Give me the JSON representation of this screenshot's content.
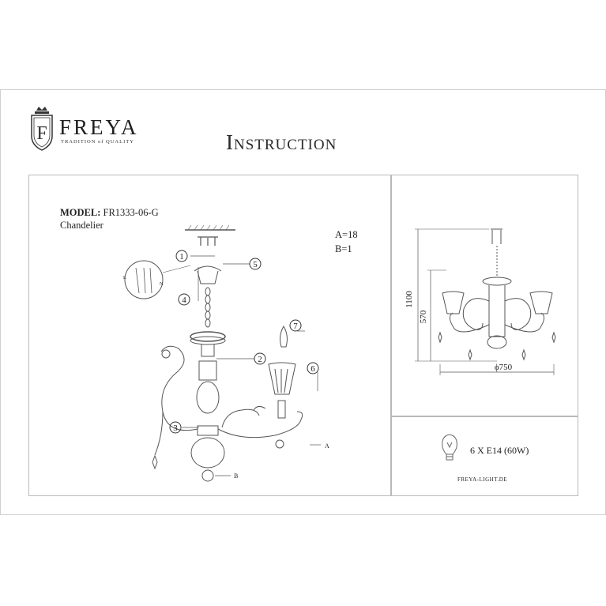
{
  "brand": {
    "name": "FREYA",
    "tagline": "TRADITION of QUALITY",
    "logo": "crest-F-logo"
  },
  "title": "Instruction",
  "model": {
    "label": "MODEL:",
    "code": "FR1333-06-G",
    "type": "Chandelier"
  },
  "parts": {
    "a": "A=18",
    "b": "B=1"
  },
  "callouts": [
    "1",
    "2",
    "3",
    "4",
    "5",
    "6",
    "7"
  ],
  "pointers": {
    "a": "A",
    "b": "B"
  },
  "wiring": {
    "l": "L",
    "n": "N"
  },
  "dimensions": {
    "height_total": "1100",
    "height_body": "570",
    "diameter": "ϕ750"
  },
  "bulb_spec": "6 X E14 (60W)",
  "website": "FREYA-LIGHT.DE"
}
